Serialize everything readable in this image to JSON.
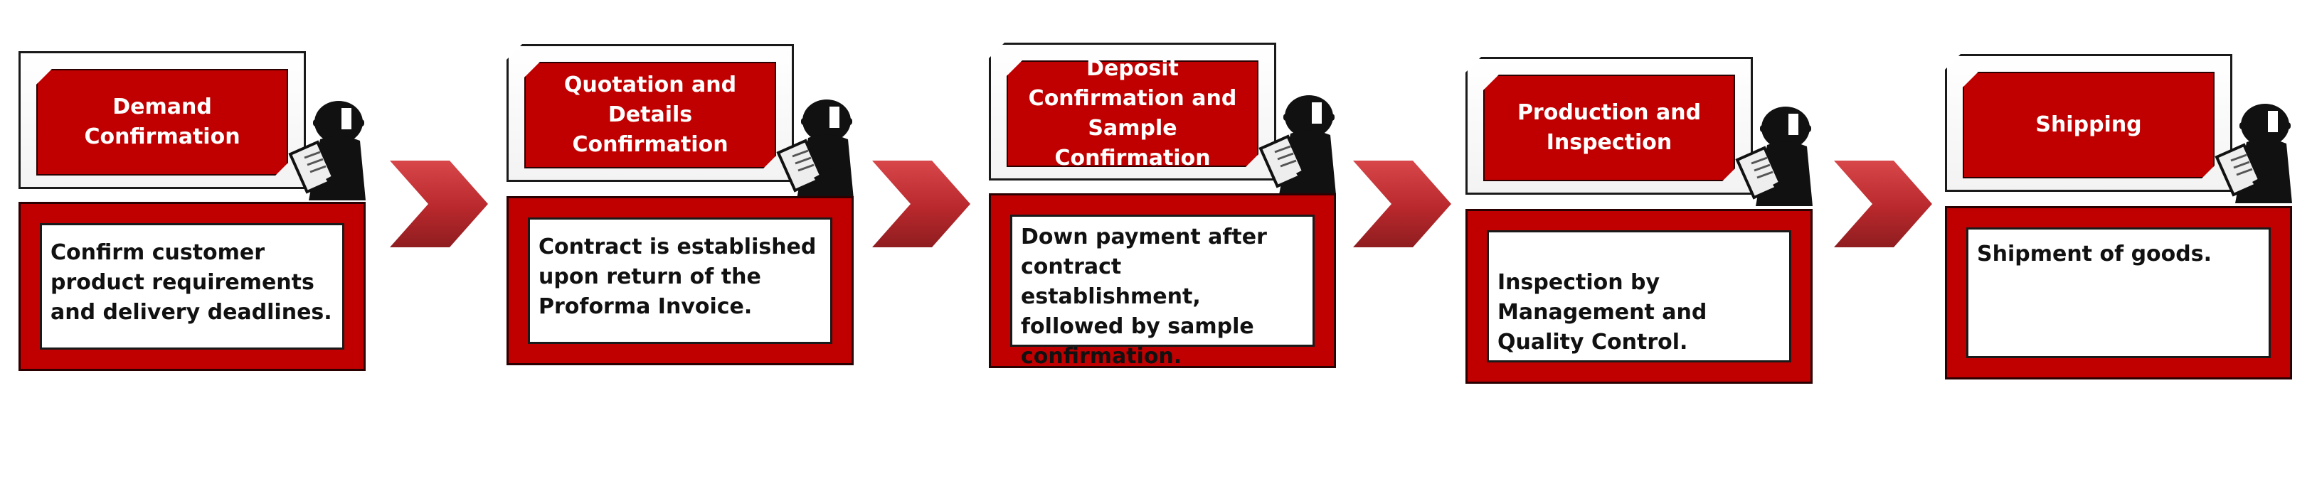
{
  "colors": {
    "accent_red": "#c00000",
    "dark_red": "#2a0000",
    "chevron_red": "#b8282c",
    "outline": "#1a1a1a"
  },
  "icons": {
    "worker": "worker-with-clipboard-icon",
    "arrow": "chevron-right-icon"
  },
  "steps": [
    {
      "title": "Demand Confirmation",
      "description": "Confirm customer product requirements and delivery deadlines."
    },
    {
      "title": "Quotation and Details Confirmation",
      "description": "Contract is established upon return of the Proforma Invoice."
    },
    {
      "title": "Deposit Confirmation and Sample Confirmation",
      "description": "Down payment after contract establishment, followed by sample confirmation."
    },
    {
      "title": "Production and Inspection",
      "description": "Inspection by Management and Quality Control."
    },
    {
      "title": "Shipping",
      "description": "Shipment of goods."
    }
  ]
}
